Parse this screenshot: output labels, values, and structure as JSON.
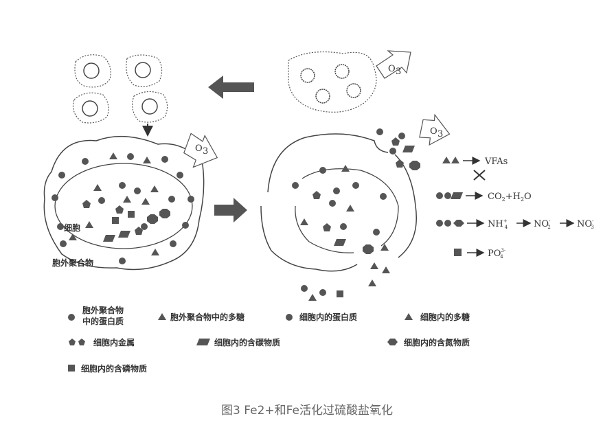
{
  "caption": "图3 Fe2+和Fe活化过硫酸盐氧化",
  "oxidant_label": "O",
  "oxidant_sub": "3",
  "cell_labels": {
    "cell": "细胞",
    "eps": "胞外聚合物"
  },
  "products": {
    "vfas": "VFAs",
    "co2_h2o": {
      "a": "CO",
      "a_sub": "2",
      "b": "+H",
      "b_sub": "2",
      "c": "O"
    },
    "nitrogen": {
      "nh": "NH",
      "nh_sup": "+",
      "nh_sub": "4",
      "no2": "NO",
      "no2_sup": "-",
      "no2_sub": "2",
      "no3": "NO",
      "no3_sup": "-",
      "no3_sub": "3"
    },
    "phosphate": {
      "po": "PO",
      "po_sup": "3-",
      "po_sub": "4"
    }
  },
  "legend": [
    {
      "symbol": "circle",
      "text_line1": "胞外聚合物",
      "text_line2": "中的蛋白质"
    },
    {
      "symbol": "triangle",
      "text_line1": "胞外聚合物中的多糖"
    },
    {
      "symbol": "circle",
      "text_line1": "细胞内的蛋白质"
    },
    {
      "symbol": "triangle",
      "text_line1": "细胞内的多糖"
    },
    {
      "symbol": "pentagon",
      "text_line1": "细胞内金属"
    },
    {
      "symbol": "parallelogram",
      "text_line1": "细胞内的含碳物质"
    },
    {
      "symbol": "hexagon",
      "text_line1": "细胞内的含氮物质"
    },
    {
      "symbol": "square",
      "text_line1": "细胞内的含磷物质"
    }
  ],
  "colors": {
    "shape": "#555555",
    "line": "#333333",
    "arrow_fill": "#555555"
  }
}
